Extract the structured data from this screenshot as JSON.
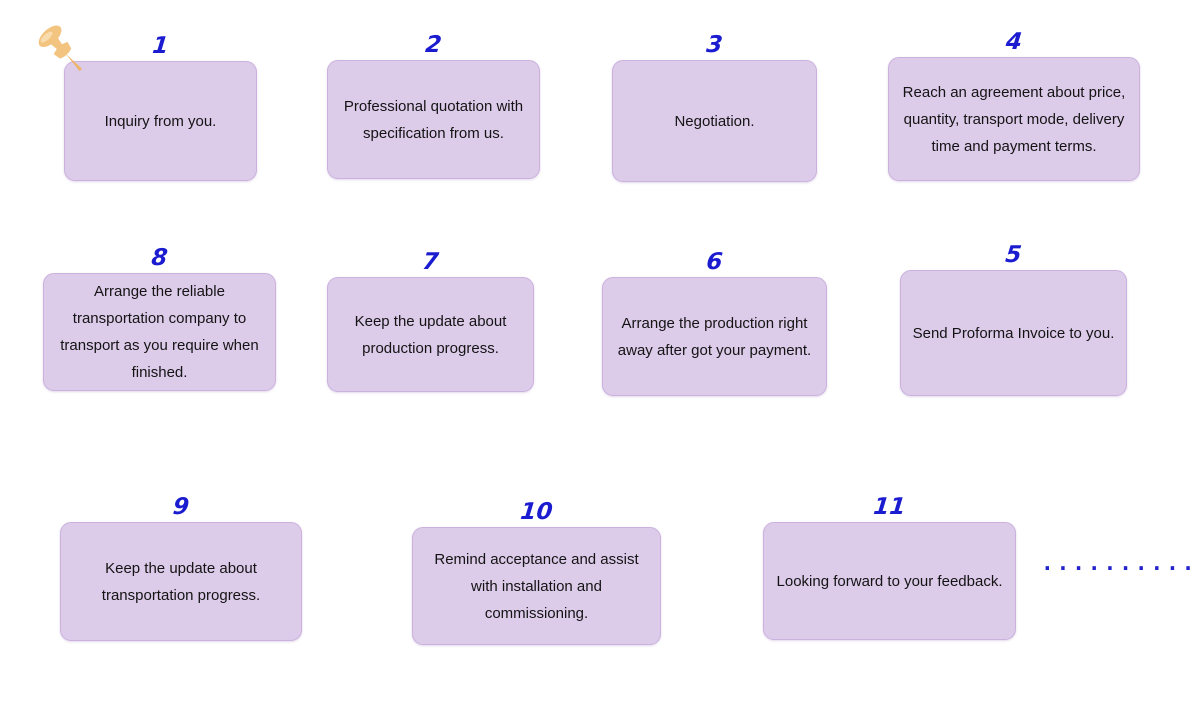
{
  "colors": {
    "background": "#ffffff",
    "box_fill": "#ddcbea",
    "box_border": "#cbb2de",
    "number": "#1b1bd0",
    "text": "#141414",
    "pin": "#f3c47f",
    "dots": "#2323cd"
  },
  "icons": {
    "pushpin": "pushpin-icon"
  },
  "steps": [
    {
      "number": "1",
      "text": "Inquiry from you."
    },
    {
      "number": "2",
      "text": "Professional quotation with specification from us."
    },
    {
      "number": "3",
      "text": "Negotiation."
    },
    {
      "number": "4",
      "text": "Reach an agreement about price, quantity, transport mode, delivery time and payment terms."
    },
    {
      "number": "8",
      "text": "Arrange the reliable transportation company to transport  as you require when finished."
    },
    {
      "number": "7",
      "text": "Keep the update about production progress."
    },
    {
      "number": "6",
      "text": "Arrange the production right away after got your payment."
    },
    {
      "number": "5",
      "text": "Send Proforma Invoice to you."
    },
    {
      "number": "9",
      "text": "Keep the update about transportation progress."
    },
    {
      "number": "10",
      "text": "Remind acceptance and assist with installation and commissioning."
    },
    {
      "number": "11",
      "text": "Looking forward to your feedback."
    }
  ],
  "ellipsis": ".........."
}
